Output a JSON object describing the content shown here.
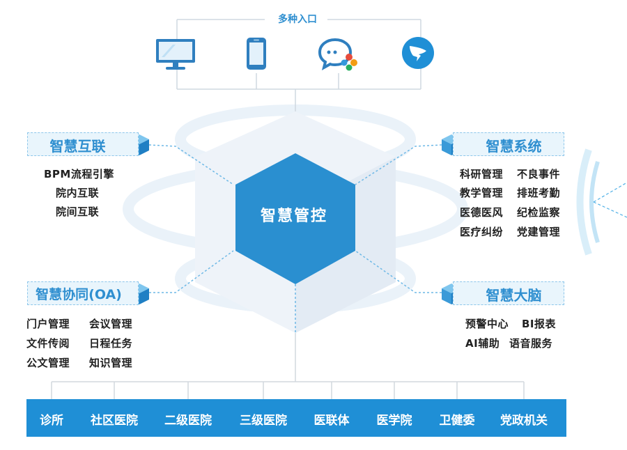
{
  "entry_label": "多种入口",
  "center_label": "智慧管控",
  "modules": {
    "interconnect": {
      "title": "智慧互联",
      "items": [
        "BPM流程引擎",
        "院内互联",
        "院间互联"
      ]
    },
    "system": {
      "title": "智慧系统",
      "rows": [
        [
          "科研管理",
          "不良事件"
        ],
        [
          "教学管理",
          "排班考勤"
        ],
        [
          "医德医风",
          "纪检监察"
        ],
        [
          "医疗纠纷",
          "党建管理"
        ]
      ]
    },
    "oa": {
      "title": "智慧协同(OA)",
      "rows": [
        [
          "门户管理",
          "会议管理"
        ],
        [
          "文件传阅",
          "日程任务"
        ],
        [
          "公文管理",
          "知识管理"
        ]
      ]
    },
    "brain": {
      "title": "智慧大脑",
      "rows": [
        [
          "预警中心",
          "BI报表"
        ],
        [
          "AI辅助",
          "语音服务"
        ]
      ]
    }
  },
  "targets": [
    "诊所",
    "社区医院",
    "二级医院",
    "三级医院",
    "医联体",
    "医学院",
    "卫健委",
    "党政机关"
  ],
  "entry_icons": [
    "desktop-monitor-icon",
    "smartphone-icon",
    "chat-app-icon",
    "dingtalk-icon"
  ],
  "colors": {
    "primary": "#1f8fd6",
    "accent_text": "#2f8fd0",
    "hexagon": "#2a8fd0",
    "dashed_line": "#6db8e6"
  }
}
